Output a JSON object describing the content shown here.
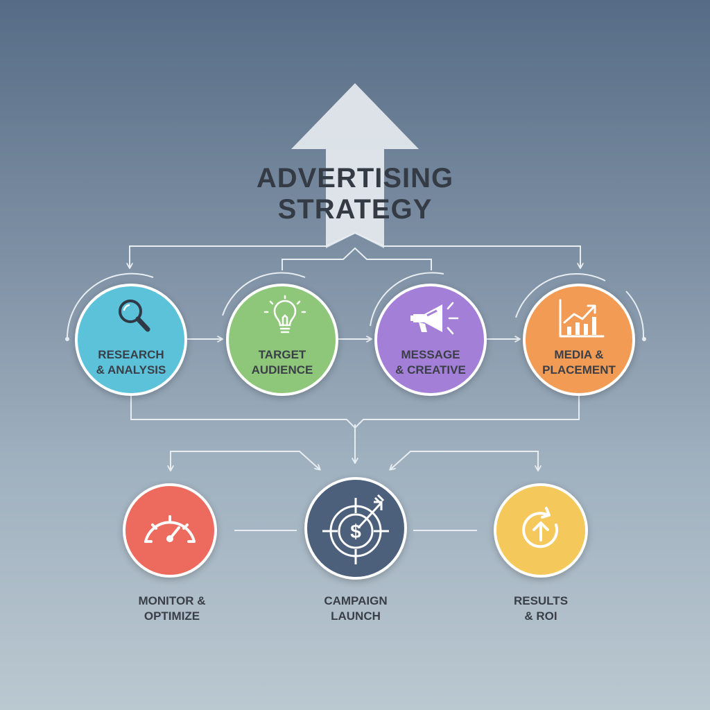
{
  "title": {
    "line1": "ADVERTISING",
    "line2": "STRATEGY"
  },
  "colors": {
    "background_top": "#566c86",
    "background_bottom": "#bac8d0",
    "connector": "#e8edf1",
    "arrow": "#e3e8ec"
  },
  "top_steps": [
    {
      "label_line1": "RESEARCH",
      "label_line2": "& ANALYSIS",
      "color": "#5cc2da",
      "icon": "magnifier-icon"
    },
    {
      "label_line1": "TARGET",
      "label_line2": "AUDIENCE",
      "color": "#8ec779",
      "icon": "lightbulb-icon"
    },
    {
      "label_line1": "MESSAGE",
      "label_line2": "& CREATIVE",
      "color": "#a47fd8",
      "icon": "megaphone-icon"
    },
    {
      "label_line1": "MEDIA &",
      "label_line2": "PLACEMENT",
      "color": "#f29b55",
      "icon": "growth-chart-icon"
    }
  ],
  "bottom_steps": [
    {
      "label_line1": "MONITOR &",
      "label_line2": "OPTIMIZE",
      "color": "#ec6a5e",
      "icon": "speedometer-icon"
    },
    {
      "label_line1": "CAMPAIGN",
      "label_line2": "LAUNCH",
      "color": "#4c5f7b",
      "icon": "dollar-target-icon"
    },
    {
      "label_line1": "RESULTS",
      "label_line2": "& ROI",
      "color": "#f4c85a",
      "icon": "refresh-arrow-icon"
    }
  ]
}
